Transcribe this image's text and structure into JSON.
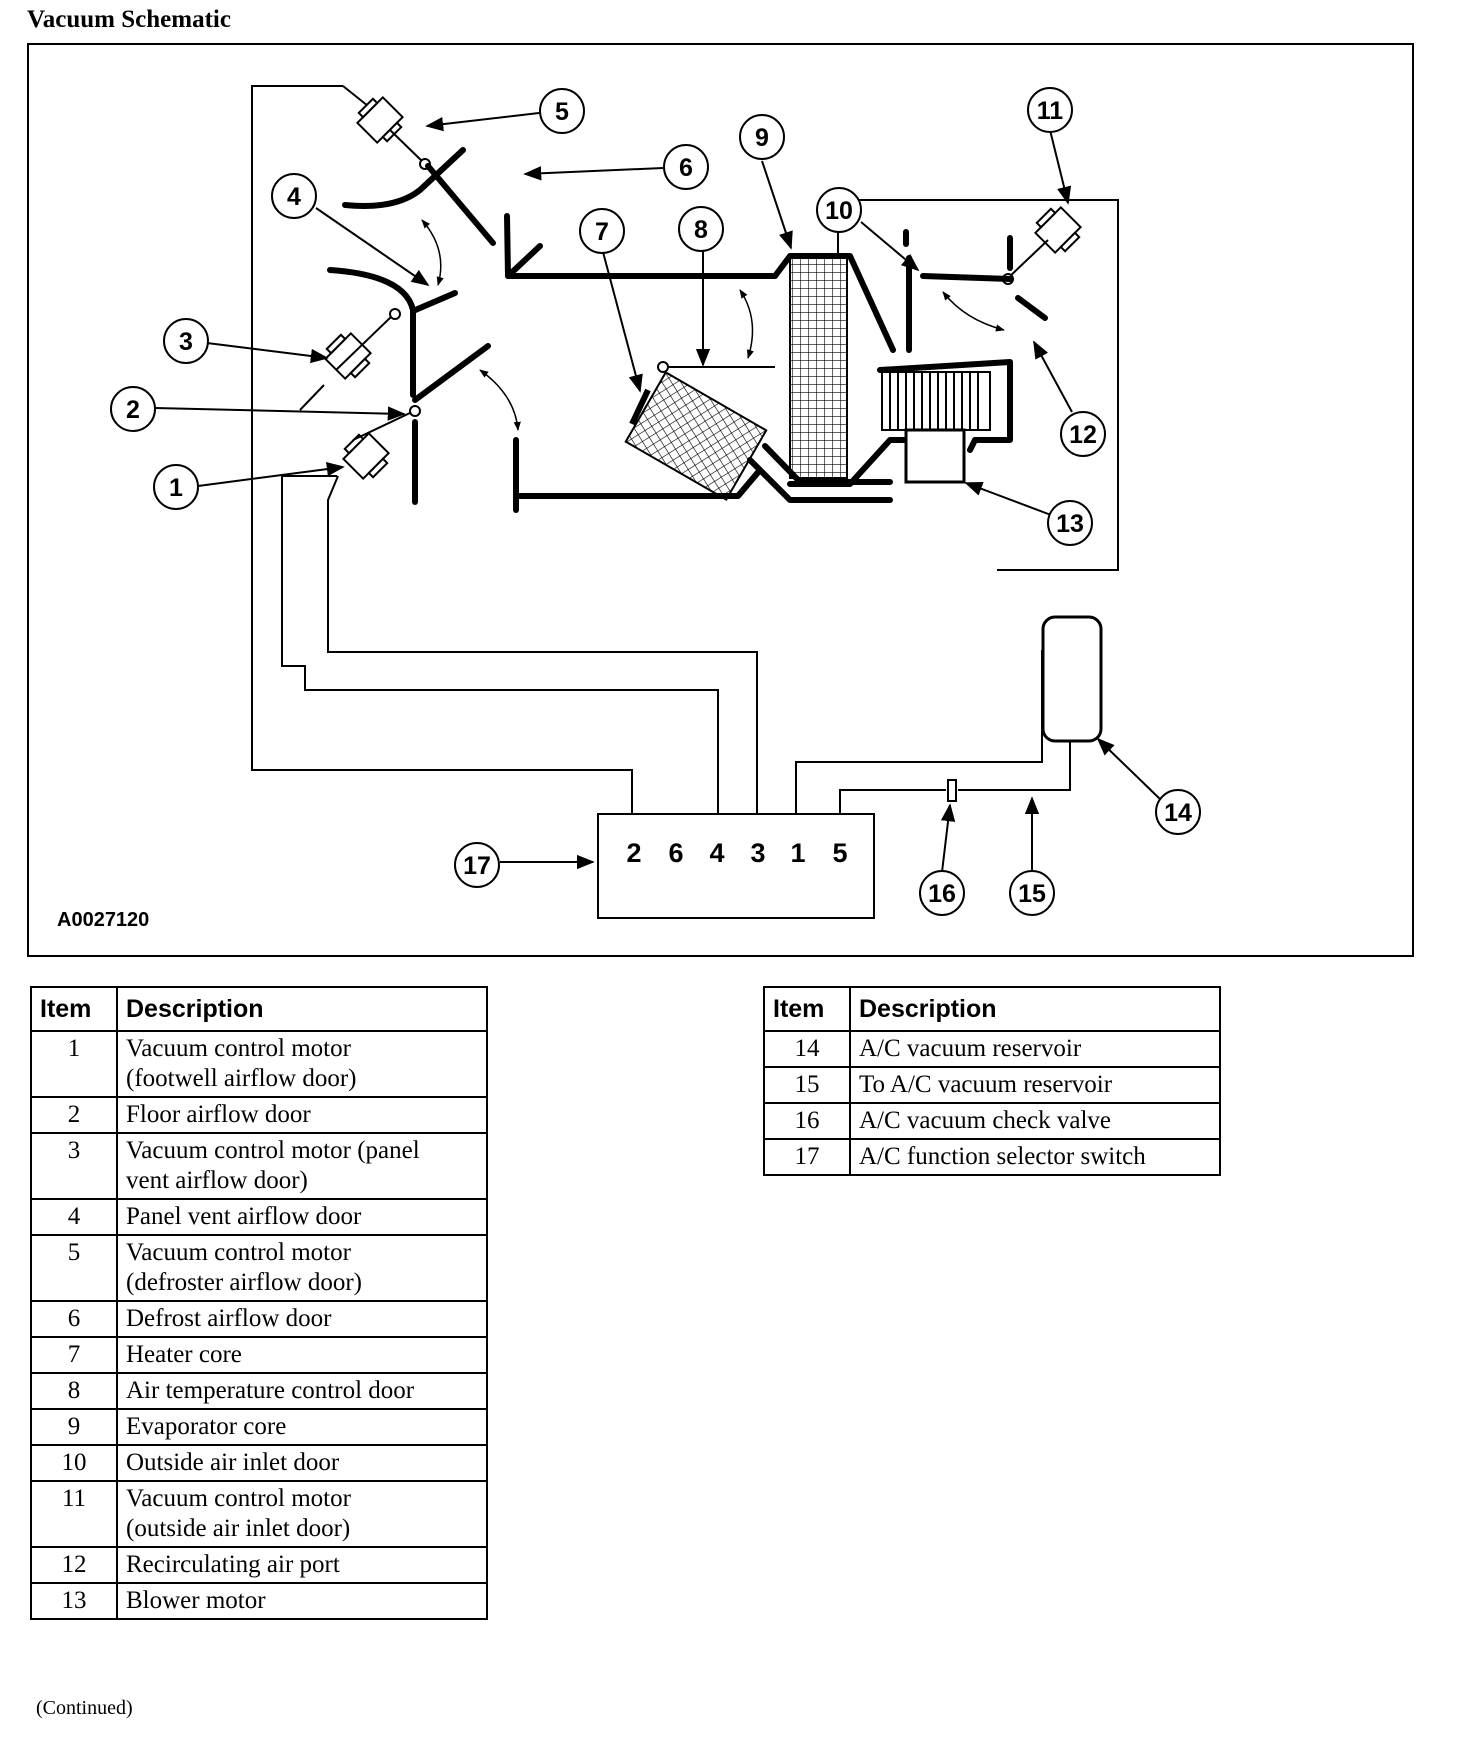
{
  "title": "Vacuum Schematic",
  "figure_id": "A0027120",
  "callouts": [
    "1",
    "2",
    "3",
    "4",
    "5",
    "6",
    "7",
    "8",
    "9",
    "10",
    "11",
    "12",
    "13",
    "14",
    "15",
    "16",
    "17"
  ],
  "switch_ports": [
    "2",
    "6",
    "4",
    "3",
    "1",
    "5"
  ],
  "tables": {
    "headers": {
      "item": "Item",
      "description": "Description"
    },
    "left": [
      {
        "item": "1",
        "lines": [
          "Vacuum control motor",
          "(footwell airflow door)"
        ]
      },
      {
        "item": "2",
        "lines": [
          "Floor airflow door"
        ]
      },
      {
        "item": "3",
        "lines": [
          "Vacuum control motor (panel",
          "vent airflow door)"
        ]
      },
      {
        "item": "4",
        "lines": [
          "Panel vent airflow door"
        ]
      },
      {
        "item": "5",
        "lines": [
          "Vacuum control motor",
          "(defroster airflow door)"
        ]
      },
      {
        "item": "6",
        "lines": [
          "Defrost airflow door"
        ]
      },
      {
        "item": "7",
        "lines": [
          "Heater core"
        ]
      },
      {
        "item": "8",
        "lines": [
          "Air temperature control door"
        ]
      },
      {
        "item": "9",
        "lines": [
          "Evaporator core"
        ]
      },
      {
        "item": "10",
        "lines": [
          "Outside air inlet door"
        ]
      },
      {
        "item": "11",
        "lines": [
          "Vacuum control motor",
          "(outside air inlet door)"
        ]
      },
      {
        "item": "12",
        "lines": [
          "Recirculating air port"
        ]
      },
      {
        "item": "13",
        "lines": [
          "Blower motor"
        ]
      }
    ],
    "right": [
      {
        "item": "14",
        "lines": [
          "A/C vacuum reservoir"
        ]
      },
      {
        "item": "15",
        "lines": [
          "To A/C vacuum reservoir"
        ]
      },
      {
        "item": "16",
        "lines": [
          "A/C vacuum check valve"
        ]
      },
      {
        "item": "17",
        "lines": [
          "A/C function selector switch"
        ]
      }
    ]
  },
  "footer": "(Continued)"
}
